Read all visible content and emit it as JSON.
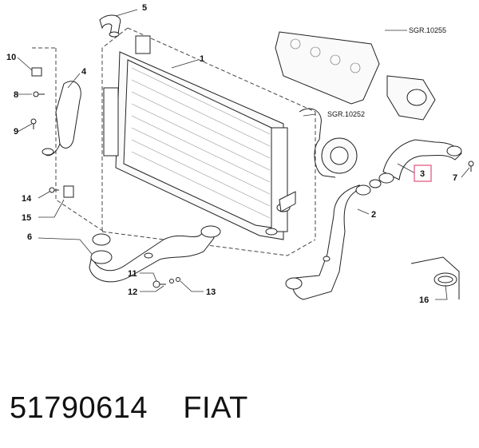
{
  "diagram": {
    "callouts": [
      {
        "id": "c1",
        "label": "1"
      },
      {
        "id": "c2",
        "label": "2"
      },
      {
        "id": "c3",
        "label": "3",
        "highlighted": true
      },
      {
        "id": "c4",
        "label": "4"
      },
      {
        "id": "c5",
        "label": "5"
      },
      {
        "id": "c6",
        "label": "6"
      },
      {
        "id": "c7",
        "label": "7"
      },
      {
        "id": "c8",
        "label": "8"
      },
      {
        "id": "c9",
        "label": "9"
      },
      {
        "id": "c10",
        "label": "10"
      },
      {
        "id": "c11",
        "label": "11"
      },
      {
        "id": "c12",
        "label": "12"
      },
      {
        "id": "c13",
        "label": "13"
      },
      {
        "id": "c14",
        "label": "14"
      },
      {
        "id": "c15",
        "label": "15"
      },
      {
        "id": "c16",
        "label": "16"
      }
    ],
    "references": {
      "sgr_10255": "SGR.10255",
      "sgr_10252": "SGR.10252"
    },
    "highlight_color": "#e0507a"
  },
  "footer": {
    "part_number": "51790614",
    "brand": "FIAT"
  }
}
